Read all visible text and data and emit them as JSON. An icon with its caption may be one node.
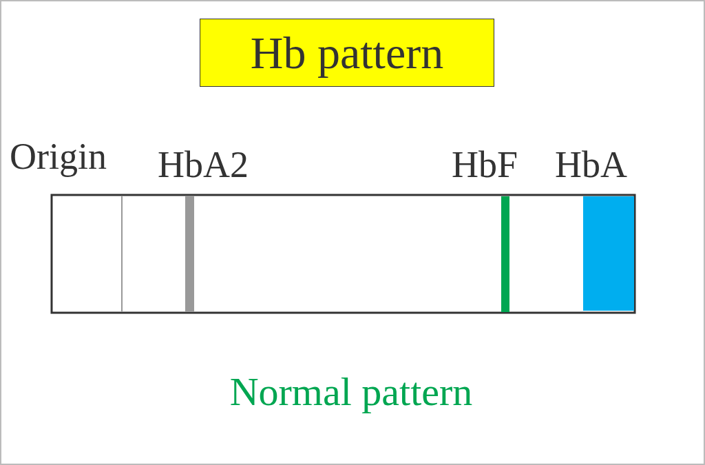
{
  "diagram": {
    "title": "Hb pattern",
    "caption": "Normal pattern",
    "labels": [
      "Origin",
      "HbA2",
      "HbF",
      "HbA"
    ]
  }
}
